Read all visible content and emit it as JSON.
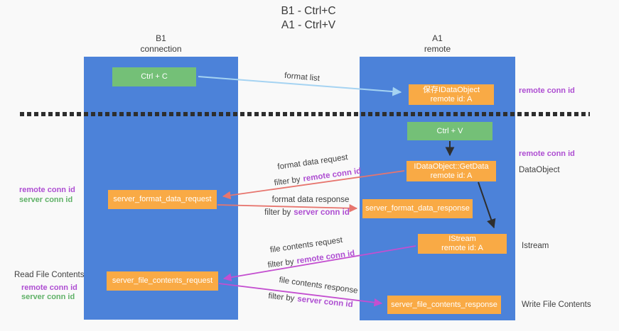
{
  "title": {
    "line1": "B1 - Ctrl+C",
    "line2": "A1 - Ctrl+V"
  },
  "lifelines": {
    "b1": {
      "name": "B1",
      "subtitle": "connection"
    },
    "a1": {
      "name": "A1",
      "subtitle": "remote"
    }
  },
  "nodes": {
    "ctrl_c": {
      "label": "Ctrl + C"
    },
    "ctrl_v": {
      "label": "Ctrl + V"
    },
    "save_dataobject": {
      "line1": "保存IDataObject",
      "line2": "remote id: A"
    },
    "getdata": {
      "line1": "IDataObject::GetData",
      "line2": "remote id: A"
    },
    "istream": {
      "line1": "IStream",
      "line2": "remote id: A"
    },
    "format_request": {
      "label": "server_format_data_request"
    },
    "format_response": {
      "label": "server_format_data_response"
    },
    "file_request": {
      "label": "server_file_contents_request"
    },
    "file_response": {
      "label": "server_file_contents_response"
    }
  },
  "labels": {
    "format_list": "format list",
    "format_data_request": "format data request",
    "format_data_response": "format data response",
    "file_contents_request": "file contents request",
    "file_contents_response": "file contents response",
    "filter_by": "filter by",
    "remote_conn_id": "remote conn id",
    "server_conn_id": "server conn id",
    "dataobject": "DataObject",
    "istream": "Istream",
    "read_file_contents": "Read File Contents",
    "write_file_contents": "Write File Contents"
  },
  "colors": {
    "lifeline_blue": "#4c82d9",
    "node_orange": "#f9aa45",
    "node_green": "#74c077",
    "arrow_blue": "#a5d3f2",
    "arrow_salmon": "#e7756e",
    "arrow_magenta": "#c44fd0",
    "arrow_black": "#2e2e2e",
    "text_purple": "#ae4ed2",
    "text_green": "#5fb167"
  }
}
